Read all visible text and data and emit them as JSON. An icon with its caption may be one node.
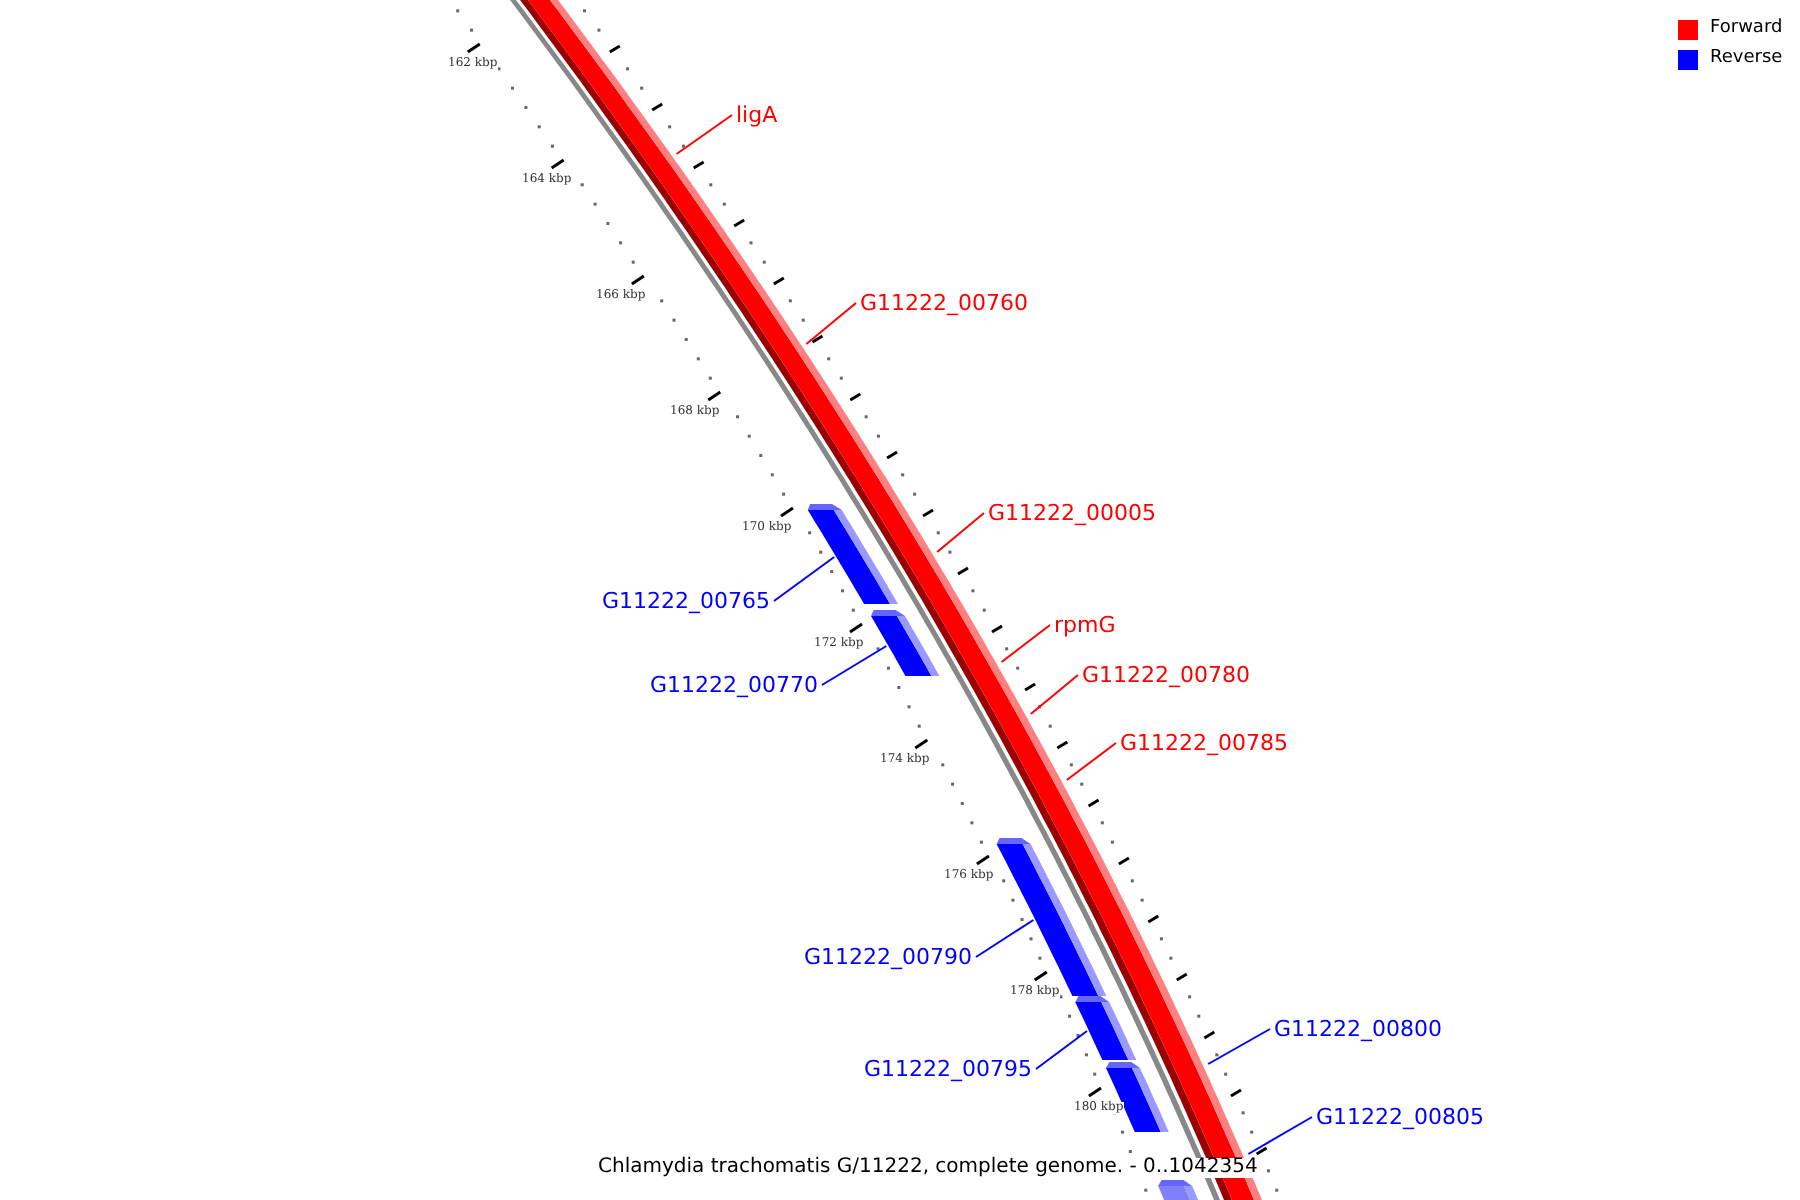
{
  "diagram": {
    "caption": "Chlamydia trachomatis G/11222, complete genome. - 0..1042354",
    "nodes": [
      {
        "text": [
          "ligA"
        ]
      },
      {
        "text": [
          "G11222_00760"
        ]
      },
      {
        "text": [
          "G11222_00005"
        ]
      },
      {
        "text": [
          "rpmG"
        ]
      },
      {
        "text": [
          "G11222_00780"
        ]
      },
      {
        "text": [
          "G11222_00785"
        ]
      },
      {
        "text": [
          "G11222_00765"
        ]
      },
      {
        "text": [],
        "shape": "bar"
      },
      {
        "text": [
          "G11222_00770"
        ]
      },
      {
        "text": [],
        "shape": "bar"
      },
      {
        "text": [
          "G11222_00790"
        ]
      },
      {
        "text": [],
        "shape": "bar"
      },
      {
        "text": [
          "G11222_00795"
        ]
      },
      {
        "text": [],
        "shape": "bar"
      },
      {
        "text": [
          "G11222_00800"
        ]
      },
      {
        "text": [
          "G11222_00805"
        ]
      },
      {
        "text": [],
        "shape": "bar"
      },
      {
        "text": [],
        "shape": "bar"
      }
    ],
    "edges": [
      {
        "from": 0,
        "to": null,
        "arrow": "none",
        "color": "#ff0000"
      },
      {
        "from": 1,
        "to": null,
        "arrow": "none",
        "color": "#ff0000"
      },
      {
        "from": 2,
        "to": null,
        "arrow": "none",
        "color": "#ff0000"
      },
      {
        "from": 3,
        "to": null,
        "arrow": "none",
        "color": "#ff0000"
      },
      {
        "from": 4,
        "to": null,
        "arrow": "none",
        "color": "#ff0000"
      },
      {
        "from": 5,
        "to": null,
        "arrow": "none",
        "color": "#ff0000"
      },
      {
        "from": 6,
        "to": 7,
        "arrow": "none",
        "color": "#0000ff"
      },
      {
        "from": 8,
        "to": 9,
        "arrow": "none",
        "color": "#0000ff"
      },
      {
        "from": 10,
        "to": 11,
        "arrow": "none",
        "color": "#0000ff"
      },
      {
        "from": 12,
        "to": 13,
        "arrow": "none",
        "color": "#0000ff"
      },
      {
        "from": 14,
        "to": null,
        "arrow": "none",
        "color": "#0000ff"
      },
      {
        "from": 15,
        "to": null,
        "arrow": "none",
        "color": "#0000ff"
      }
    ],
    "labels": [
      "162 kbp",
      "164 kbp",
      "166 kbp",
      "168 kbp",
      "170 kbp",
      "172 kbp",
      "174 kbp",
      "176 kbp",
      "178 kbp",
      "180 kbp"
    ],
    "legend": [
      {
        "text": "Forward",
        "color": "#ff0000"
      },
      {
        "text": "Reverse",
        "color": "#0000ff"
      }
    ]
  }
}
